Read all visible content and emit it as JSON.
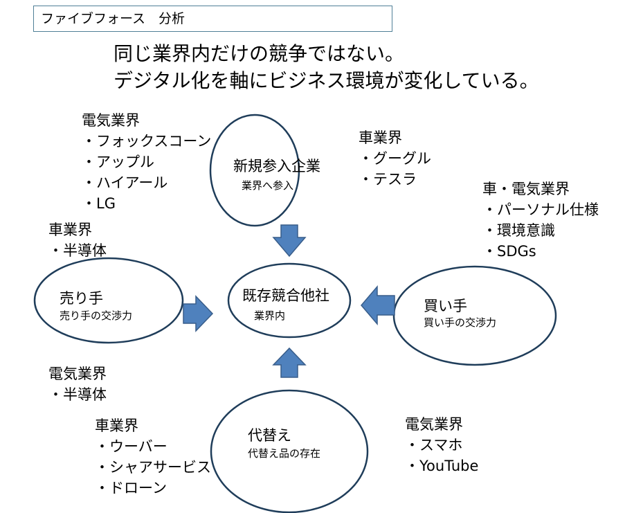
{
  "title": "ファイブフォース　分析",
  "headline": {
    "line1": "同じ業界内だけの競争ではない。",
    "line2": "デジタル化を軸にビジネス環境が変化している。"
  },
  "nodes": {
    "new_entrants": {
      "label": "新規参入企業",
      "sub": "業界へ参入"
    },
    "rivals": {
      "label": "既存競合他社",
      "sub": "業界内"
    },
    "sellers": {
      "label": "売り手",
      "sub": "売り手の交渉力"
    },
    "buyers": {
      "label": "買い手",
      "sub": "買い手の交渉力"
    },
    "substitutes": {
      "label": "代替え",
      "sub": "代替え品の存在"
    }
  },
  "notes": {
    "new_entrants_electric": [
      "電気業界",
      "・フォックスコーン",
      "・アップル",
      "・ハイアール",
      "・LG"
    ],
    "new_entrants_car": [
      "車業界",
      "・グーグル",
      "・テスラ"
    ],
    "buyers_car_electric": [
      "車・電気業界",
      "・パーソナル仕様",
      "・環境意識",
      "・SDGs"
    ],
    "sellers_car": [
      "車業界",
      "・半導体"
    ],
    "sellers_electric": [
      "電気業界",
      "・半導体"
    ],
    "substitutes_car": [
      "車業界",
      "・ウーバー",
      "・シャアサービス",
      "・ドローン"
    ],
    "substitutes_electric": [
      "電気業界",
      "・スマホ",
      "・YouTube"
    ]
  },
  "colors": {
    "arrow_fill": "#4f81bd",
    "arrow_stroke": "#385d8a",
    "ellipse_stroke": "#1f3d5a",
    "title_border": "#4f7f96"
  }
}
